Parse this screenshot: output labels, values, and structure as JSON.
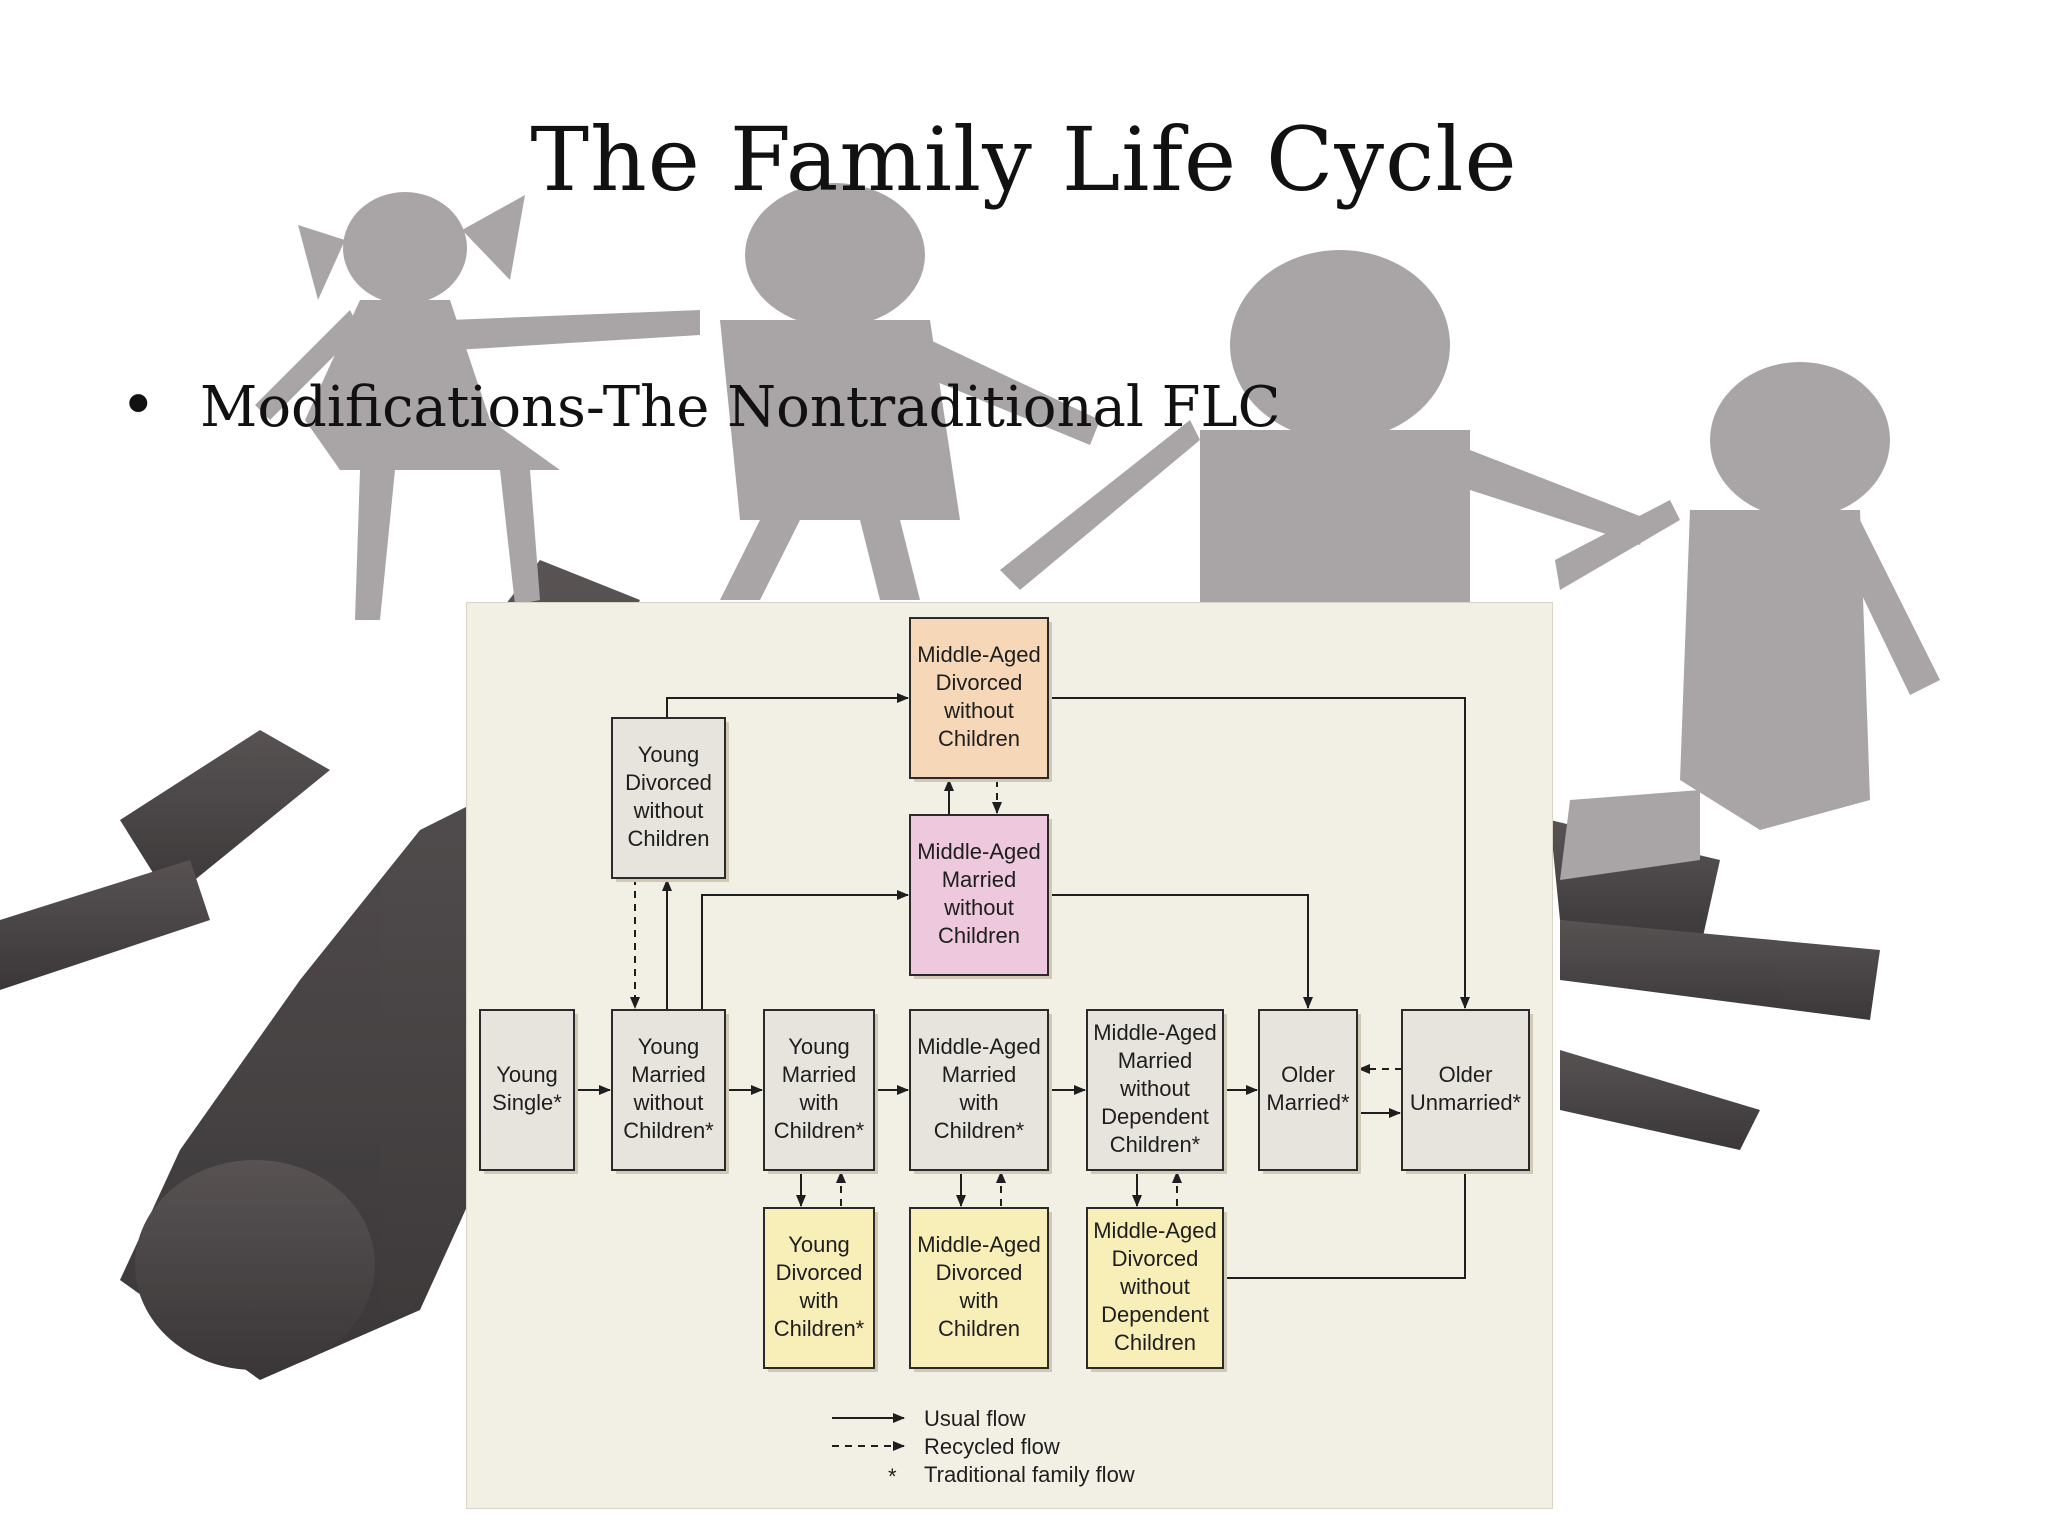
{
  "slide": {
    "title": "The Family Life Cycle",
    "bullet": "Modifications-The Nontraditional FLC"
  },
  "colors": {
    "box_gray": "#e6e4dc",
    "box_peach": "#f6d8b8",
    "box_pink": "#eec8dc",
    "box_yellow": "#f8eeb8",
    "box_border": "#2a2a2a",
    "panel_bg": "#f2efe4",
    "silhouette_light": "#a9a5a6",
    "silhouette_shadow": "#3a3536"
  },
  "diagram": {
    "nodes": [
      {
        "id": "young_single",
        "lines": [
          "Young",
          "Single*"
        ],
        "fill": "gray"
      },
      {
        "id": "young_divorced_no_children",
        "lines": [
          "Young",
          "Divorced",
          "without",
          "Children"
        ],
        "fill": "gray"
      },
      {
        "id": "young_married_no_children",
        "lines": [
          "Young",
          "Married",
          "without",
          "Children*"
        ],
        "fill": "gray"
      },
      {
        "id": "young_married_children",
        "lines": [
          "Young",
          "Married",
          "with",
          "Children*"
        ],
        "fill": "gray"
      },
      {
        "id": "young_divorced_children",
        "lines": [
          "Young",
          "Divorced",
          "with",
          "Children*"
        ],
        "fill": "yellow"
      },
      {
        "id": "middle_divorced_no_children",
        "lines": [
          "Middle-Aged",
          "Divorced",
          "without",
          "Children"
        ],
        "fill": "peach"
      },
      {
        "id": "middle_married_no_children",
        "lines": [
          "Middle-Aged",
          "Married",
          "without",
          "Children"
        ],
        "fill": "pink"
      },
      {
        "id": "middle_married_children",
        "lines": [
          "Middle-Aged",
          "Married",
          "with",
          "Children*"
        ],
        "fill": "gray"
      },
      {
        "id": "middle_divorced_children",
        "lines": [
          "Middle-Aged",
          "Divorced",
          "with",
          "Children"
        ],
        "fill": "yellow"
      },
      {
        "id": "middle_married_no_dependent",
        "lines": [
          "Middle-Aged",
          "Married",
          "without",
          "Dependent",
          "Children*"
        ],
        "fill": "gray"
      },
      {
        "id": "middle_divorced_no_dependent",
        "lines": [
          "Middle-Aged",
          "Divorced",
          "without",
          "Dependent",
          "Children"
        ],
        "fill": "yellow"
      },
      {
        "id": "older_married",
        "lines": [
          "Older",
          "Married*"
        ],
        "fill": "gray"
      },
      {
        "id": "older_unmarried",
        "lines": [
          "Older",
          "Unmarried*"
        ],
        "fill": "gray"
      }
    ],
    "legend": {
      "usual": "Usual flow",
      "recycled": "Recycled flow",
      "star": "*",
      "traditional": "Traditional family flow"
    }
  }
}
